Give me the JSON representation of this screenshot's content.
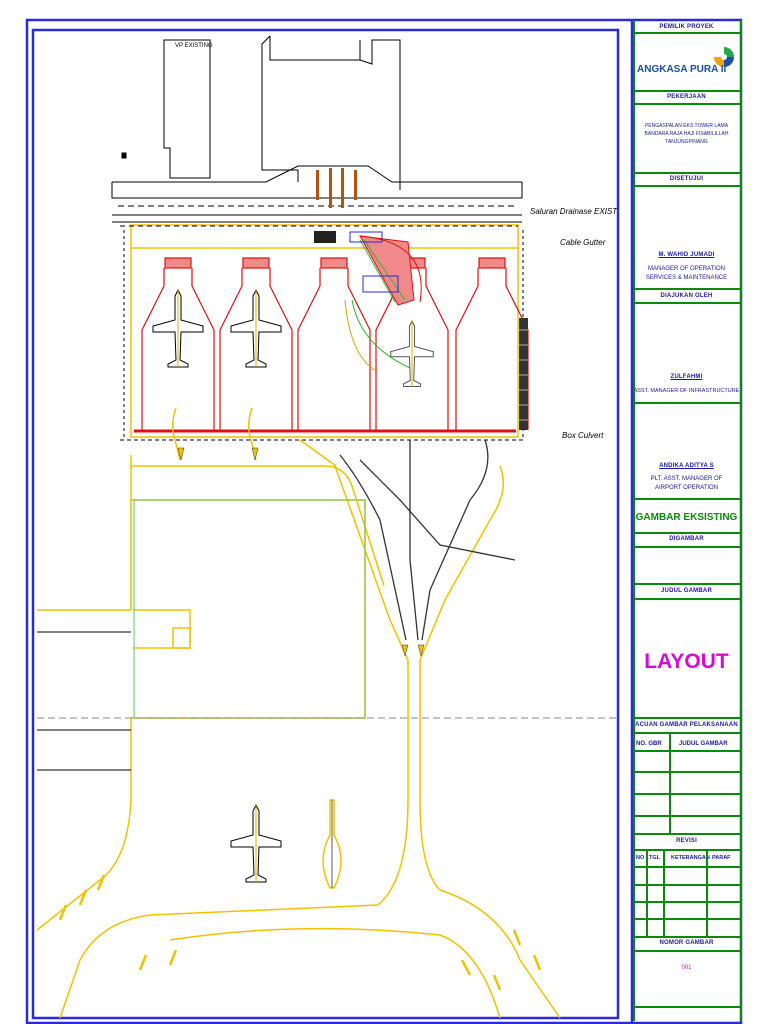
{
  "drawing": {
    "label_top": "VP EXISTING",
    "label_drainage": "Saluran Drainase EXIST",
    "label_cable": "Cable Gutter",
    "label_box": "Box Culvert"
  },
  "title_block": {
    "owner_header": "PEMILIK PROYEK",
    "company": "ANGKASA PURA II",
    "job_header": "PEKERJAAN",
    "job_description": [
      "PENGASPALAN EKS TOWER LAMA",
      "BANDARA RAJA HAJI FISABILILLAH",
      "TANJUNGPINANG"
    ],
    "approved_header": "DISETUJUI",
    "approver_name": "M. WAHID JUMADI",
    "approver_title": [
      "MANAGER OF OPERATION",
      "SERVICES & MAINTENANCE"
    ],
    "proposed_header": "DIAJUKAN OLEH",
    "proposer_name": "ZULFAHMI",
    "proposer_title": "ASST. MANAGER OF INFRASTRUCTURE",
    "checker_name": "ANDIKA ADITYA S",
    "checker_title": [
      "PLT. ASST. MANAGER OF",
      "AIRPORT OPERATION"
    ],
    "drawing_type": "GAMBAR EKSISTING",
    "drawn_header": "DIGAMBAR",
    "drawing_title_header": "JUDUL GAMBAR",
    "drawing_title": "LAYOUT",
    "reference_header": "ACUAN GAMBAR PELAKSANAAN",
    "ref_col_no": "NO. GBR",
    "ref_col_title": "JUDUL GAMBAR",
    "revision_header": "REVISI",
    "rev_cols": [
      "NO",
      "TGL",
      "KETERANGAN",
      "PARAF"
    ],
    "number_header": "NOMOR GAMBAR",
    "drawing_number": "001"
  },
  "colors": {
    "frame": "#2a2ad8",
    "title_border": "#0a8a0a",
    "title_text": "#1a1aa8",
    "drawing_title": "#d60ad6",
    "pavement_yellow": "#f2c200",
    "red_line": "#e01010",
    "apron_green": "#5cc85c"
  }
}
